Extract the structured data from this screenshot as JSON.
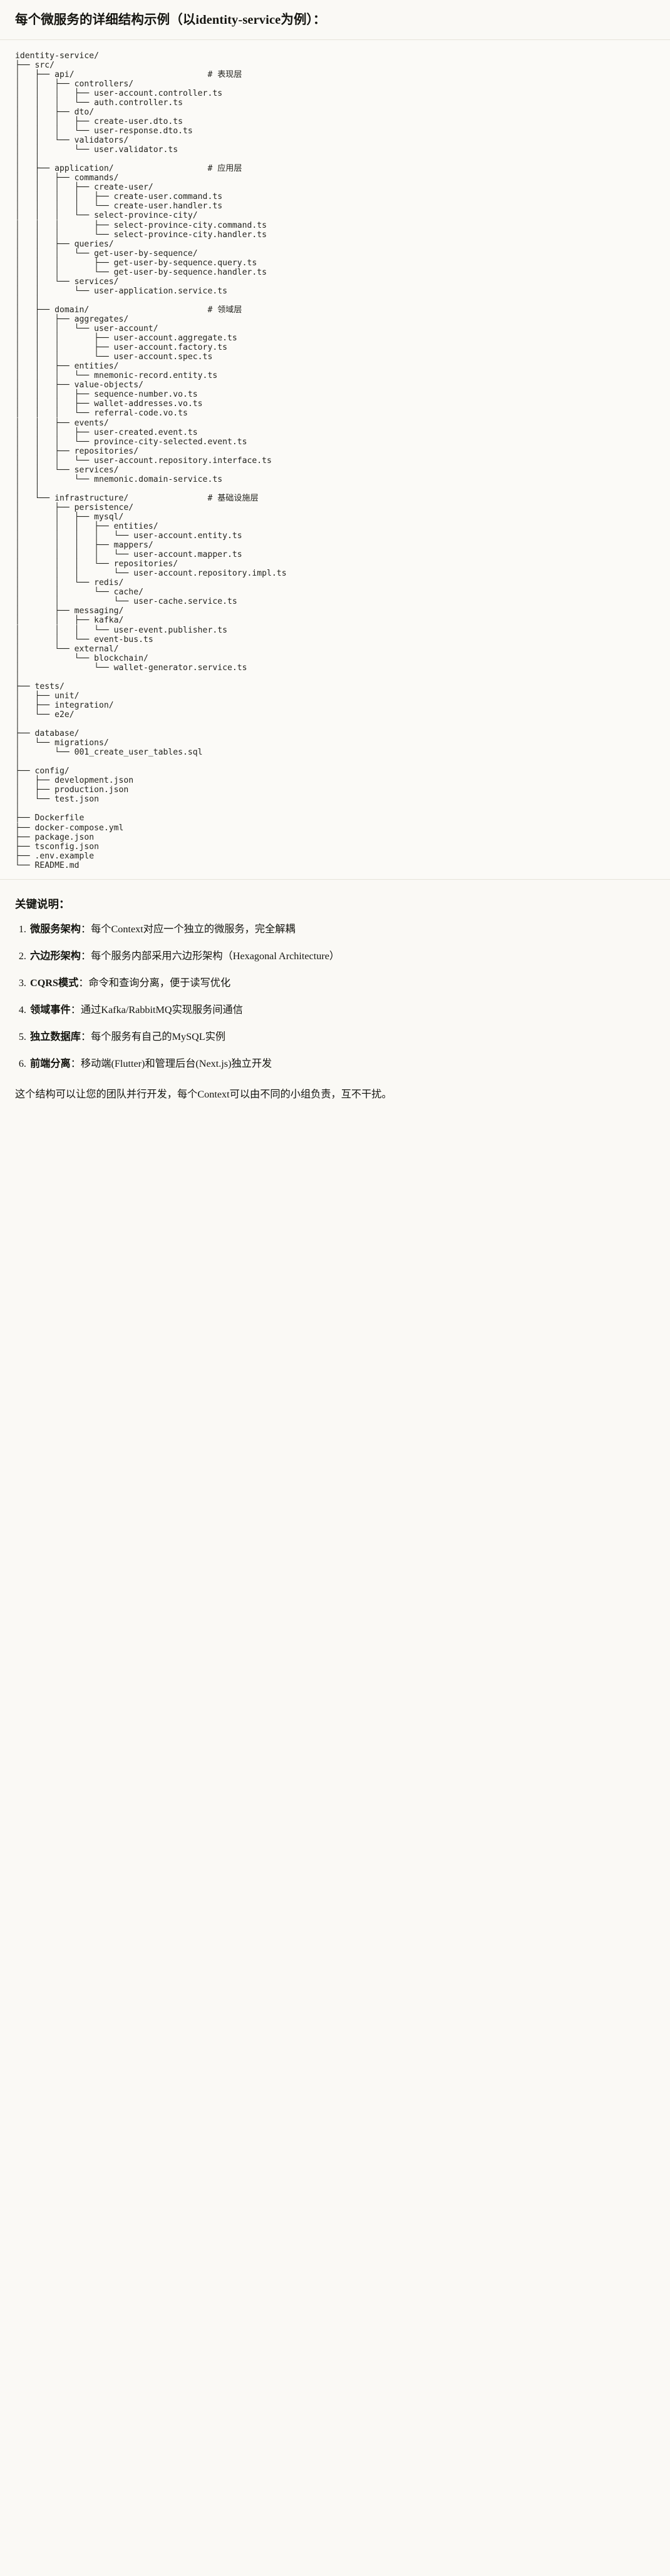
{
  "document": {
    "title": "每个微服务的详细结构示例（以identity-service为例）：",
    "tree_text": "identity-service/\n├── src/\n│   ├── api/                           # 表现层\n│   │   ├── controllers/\n│   │   │   ├── user-account.controller.ts\n│   │   │   └── auth.controller.ts\n│   │   ├── dto/\n│   │   │   ├── create-user.dto.ts\n│   │   │   └── user-response.dto.ts\n│   │   └── validators/\n│   │       └── user.validator.ts\n│   │\n│   ├── application/                   # 应用层\n│   │   ├── commands/\n│   │   │   ├── create-user/\n│   │   │   │   ├── create-user.command.ts\n│   │   │   │   └── create-user.handler.ts\n│   │   │   └── select-province-city/\n│   │   │       ├── select-province-city.command.ts\n│   │   │       └── select-province-city.handler.ts\n│   │   ├── queries/\n│   │   │   └── get-user-by-sequence/\n│   │   │       ├── get-user-by-sequence.query.ts\n│   │   │       └── get-user-by-sequence.handler.ts\n│   │   └── services/\n│   │       └── user-application.service.ts\n│   │\n│   ├── domain/                        # 领域层\n│   │   ├── aggregates/\n│   │   │   └── user-account/\n│   │   │       ├── user-account.aggregate.ts\n│   │   │       ├── user-account.factory.ts\n│   │   │       └── user-account.spec.ts\n│   │   ├── entities/\n│   │   │   └── mnemonic-record.entity.ts\n│   │   ├── value-objects/\n│   │   │   ├── sequence-number.vo.ts\n│   │   │   ├── wallet-addresses.vo.ts\n│   │   │   └── referral-code.vo.ts\n│   │   ├── events/\n│   │   │   ├── user-created.event.ts\n│   │   │   └── province-city-selected.event.ts\n│   │   ├── repositories/\n│   │   │   └── user-account.repository.interface.ts\n│   │   └── services/\n│   │       └── mnemonic.domain-service.ts\n│   │\n│   └── infrastructure/                # 基础设施层\n│       ├── persistence/\n│       │   ├── mysql/\n│       │   │   ├── entities/\n│       │   │   │   └── user-account.entity.ts\n│       │   │   ├── mappers/\n│       │   │   │   └── user-account.mapper.ts\n│       │   │   └── repositories/\n│       │   │       └── user-account.repository.impl.ts\n│       │   └── redis/\n│       │       └── cache/\n│       │           └── user-cache.service.ts\n│       ├── messaging/\n│       │   ├── kafka/\n│       │   │   └── user-event.publisher.ts\n│       │   └── event-bus.ts\n│       └── external/\n│           └── blockchain/\n│               └── wallet-generator.service.ts\n│\n├── tests/\n│   ├── unit/\n│   ├── integration/\n│   └── e2e/\n│\n├── database/\n│   └── migrations/\n│       └── 001_create_user_tables.sql\n│\n├── config/\n│   ├── development.json\n│   ├── production.json\n│   └── test.json\n│\n├── Dockerfile\n├── docker-compose.yml\n├── package.json\n├── tsconfig.json\n├── .env.example\n└── README.md"
  },
  "notes": {
    "heading": "关键说明：",
    "items": [
      {
        "term": "微服务架构",
        "desc": "：每个Context对应一个独立的微服务，完全解耦"
      },
      {
        "term": "六边形架构",
        "desc": "：每个服务内部采用六边形架构（Hexagonal Architecture）"
      },
      {
        "term": "CQRS模式",
        "desc": "：命令和查询分离，便于读写优化"
      },
      {
        "term": "领域事件",
        "desc": "：通过Kafka/RabbitMQ实现服务间通信"
      },
      {
        "term": "独立数据库",
        "desc": "：每个服务有自己的MySQL实例"
      },
      {
        "term": "前端分离",
        "desc": "：移动端(Flutter)和管理后台(Next.js)独立开发"
      }
    ],
    "closing": "这个结构可以让您的团队并行开发，每个Context可以由不同的小组负责，互不干扰。"
  },
  "theme": {
    "page_bg": "#faf9f5",
    "code_bg": "#fbfaf7",
    "text": "#14140f",
    "code_text": "#23231e",
    "rule": "#e6e3da"
  }
}
